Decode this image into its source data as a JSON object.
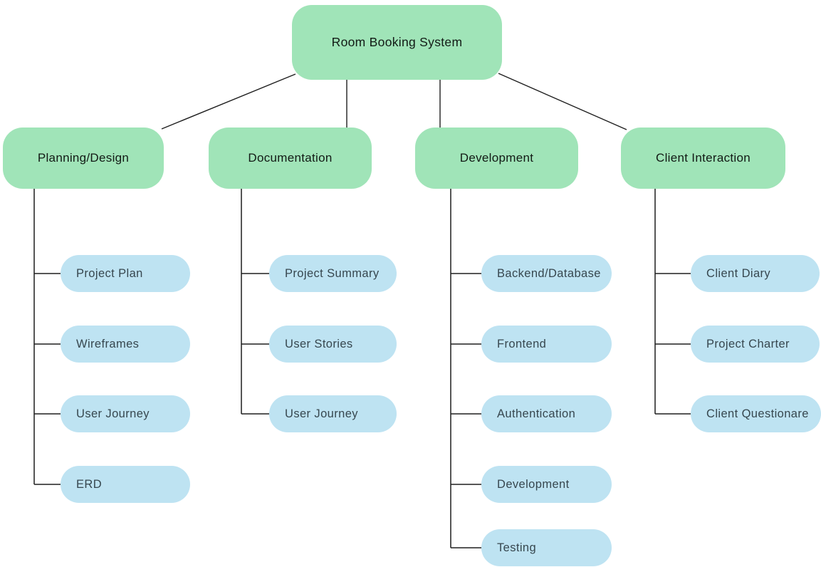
{
  "diagram": {
    "root": {
      "label": "Room Booking System"
    },
    "branches": [
      {
        "label": "Planning/Design",
        "children": [
          "Project Plan",
          "Wireframes",
          "User Journey",
          "ERD"
        ]
      },
      {
        "label": "Documentation",
        "children": [
          "Project Summary",
          "User Stories",
          "User Journey"
        ]
      },
      {
        "label": "Development",
        "children": [
          "Backend/Database",
          "Frontend",
          "Authentication",
          "Development",
          "Testing"
        ]
      },
      {
        "label": "Client Interaction",
        "children": [
          "Client Diary",
          "Project Charter",
          "Client Questionare"
        ]
      }
    ],
    "colors": {
      "branch_node_fill": "#a0e4b8",
      "leaf_node_fill": "#bee3f2",
      "connector_line": "#1f1f1f",
      "trunk_line": "#555555",
      "branch_text": "#121a15",
      "leaf_text": "#37474f",
      "background": "#ffffff"
    }
  }
}
